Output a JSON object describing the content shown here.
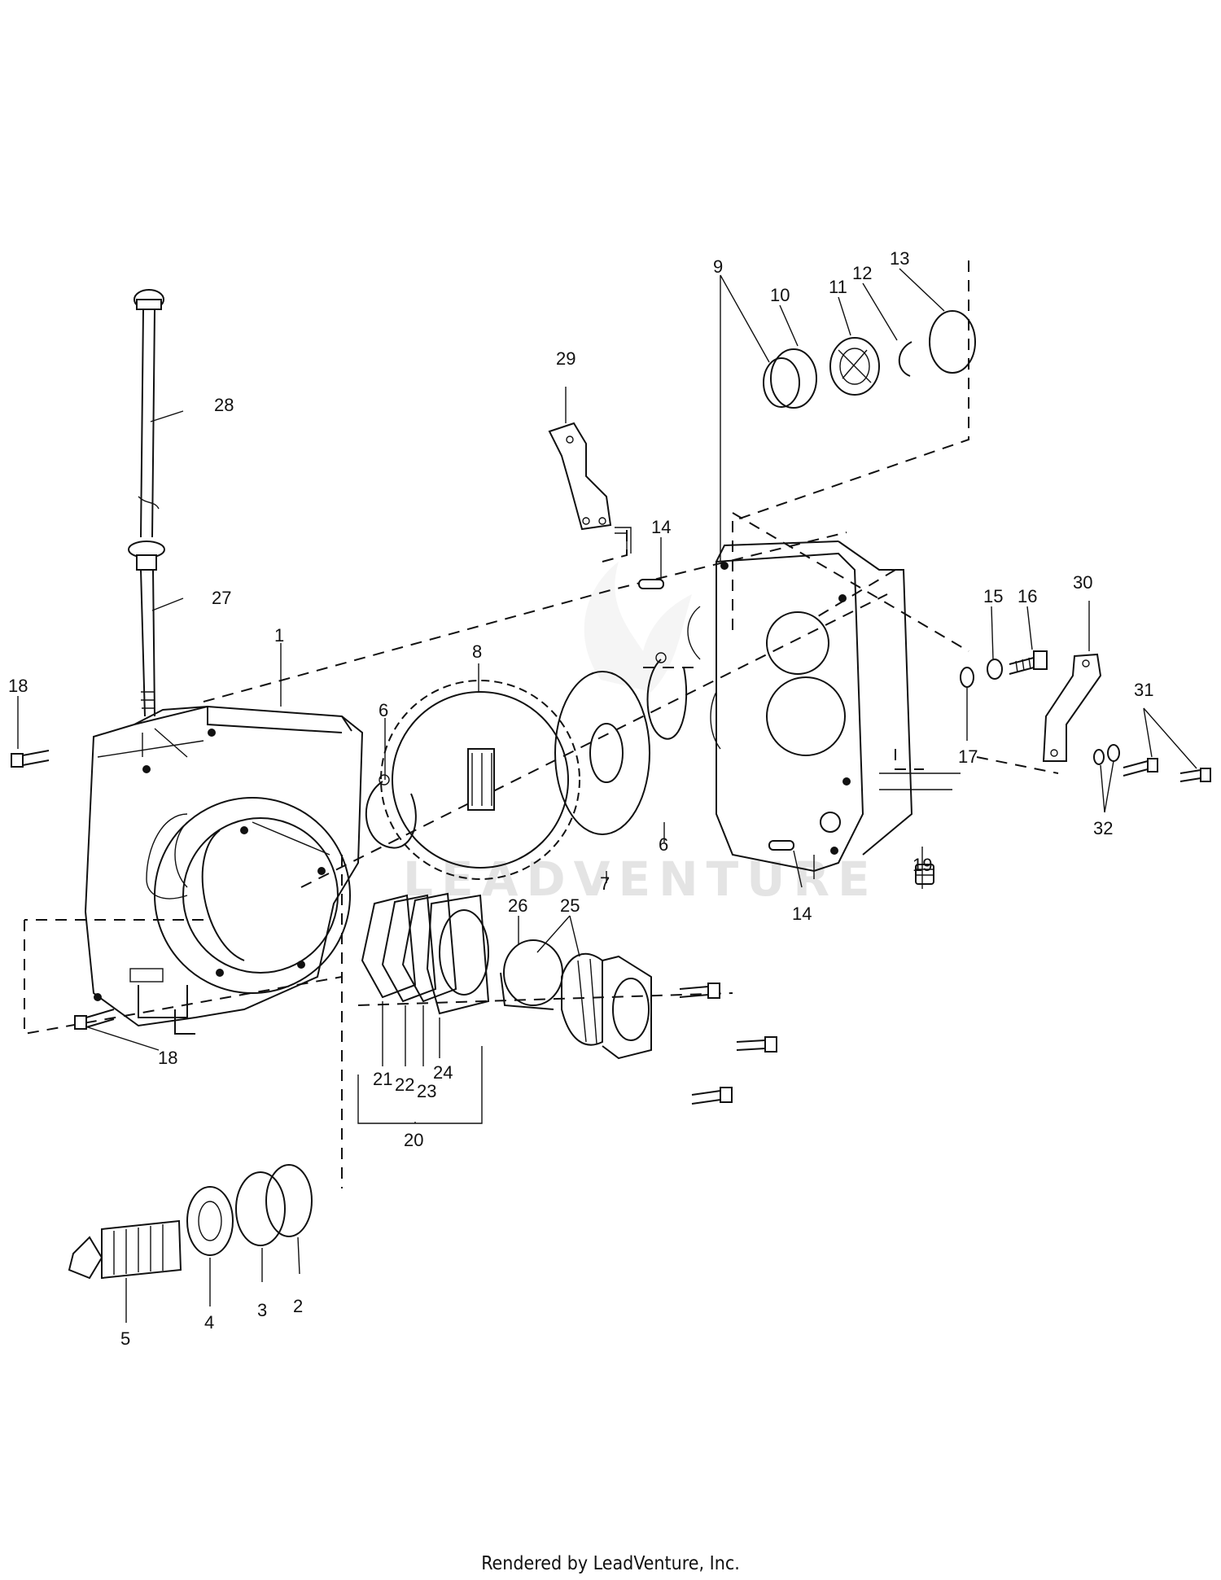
{
  "watermark": "LEADVENTURE",
  "footer": "Rendered by LeadVenture, Inc.",
  "callouts": [
    "1",
    "2",
    "3",
    "4",
    "5",
    "6",
    "6",
    "7",
    "8",
    "9",
    "10",
    "11",
    "12",
    "13",
    "14",
    "14",
    "15",
    "16",
    "17",
    "18",
    "18",
    "19",
    "20",
    "21",
    "22",
    "23",
    "24",
    "25",
    "26",
    "27",
    "28",
    "29",
    "30",
    "31",
    "32"
  ]
}
